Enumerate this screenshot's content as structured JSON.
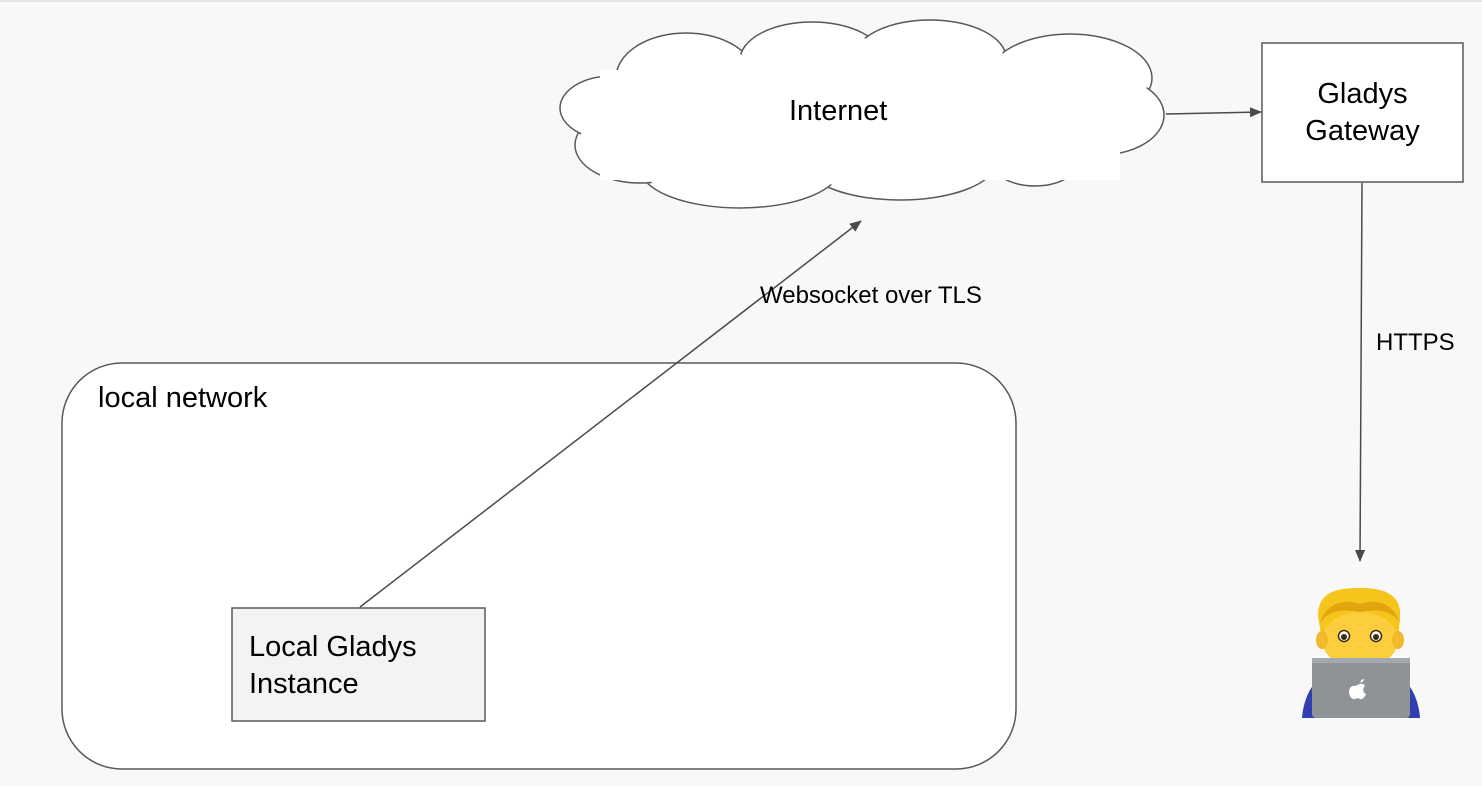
{
  "nodes": {
    "internet": {
      "label": "Internet"
    },
    "gateway": {
      "line1": "Gladys",
      "line2": "Gateway"
    },
    "local_network": {
      "label": "local network"
    },
    "local_instance": {
      "line1": "Local Gladys",
      "line2": "Instance"
    },
    "user": {
      "icon": "man-technologist-emoji"
    }
  },
  "edges": {
    "websocket": {
      "label": "Websocket over TLS"
    },
    "https": {
      "label": "HTTPS"
    },
    "cloud_to_gateway": {
      "label": ""
    }
  },
  "colors": {
    "background": "#f8f8f8",
    "stroke": "#595959",
    "cloud_fill": "#ffffff",
    "instance_fill": "#f3f3f3",
    "network_fill": "#ffffff"
  }
}
